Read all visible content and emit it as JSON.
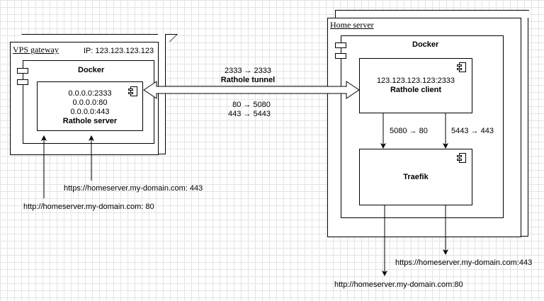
{
  "vps": {
    "title": "VPS gateway",
    "ip": "IP: 123.123.123.123",
    "docker": "Docker",
    "server": {
      "line1": "0.0.0.0:2333",
      "line2": "0.0.0.0:80",
      "line3": "0.0.0.0:443",
      "name": "Rathole server"
    }
  },
  "home": {
    "title": "Home server",
    "docker": "Docker",
    "client": {
      "line1": "123.123.123.123:2333",
      "name": "Rathole client"
    },
    "traefik": "Traefik"
  },
  "tunnel": {
    "mapping": "2333 → 2333",
    "name": "Rathole tunnel",
    "port1": "80 → 5080",
    "port2": "443 → 5443"
  },
  "internal": {
    "left": "5080 → 80",
    "right": "5443 → 443"
  },
  "external": {
    "vps_https": "https://homeserver.my-domain.com: 443",
    "vps_http": "http://homeserver.my-domain.com: 80",
    "home_https": "https://homeserver.my-domain.com:443",
    "home_http": "http://homeserver.my-domain.com:80"
  }
}
